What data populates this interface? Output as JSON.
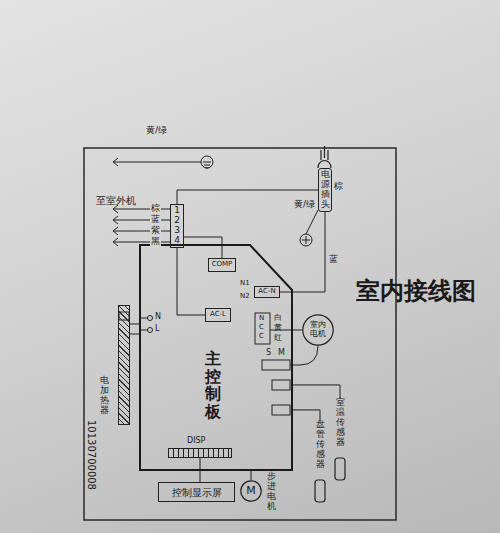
{
  "diagram": {
    "title": "室内接线图",
    "nodes": [
      {
        "text": [
          "主控制板"
        ]
      },
      {
        "text": [
          "COMP"
        ],
        "in": 0
      },
      {
        "text": [
          "AC-L"
        ],
        "in": 0
      },
      {
        "text": [
          "AC-N"
        ],
        "in": 0
      },
      {
        "text": [
          "DISP"
        ],
        "in": 0
      },
      {
        "text": [
          "电源插头"
        ]
      },
      {
        "text": [
          "1",
          "2",
          "3",
          "4"
        ]
      },
      {
        "text": [
          "室内电机"
        ]
      },
      {
        "text": [
          "室温传感器"
        ]
      },
      {
        "text": [
          "盘管传感器"
        ]
      },
      {
        "text": [
          "M",
          "步进电机"
        ]
      },
      {
        "text": [
          "控制显示屏"
        ]
      },
      {
        "text": [
          "电加热器"
        ]
      }
    ],
    "edges": [
      {
        "from": 5,
        "to": 3,
        "arrow": "none"
      },
      {
        "from": 5,
        "to": 6,
        "arrow": "none"
      },
      {
        "from": 6,
        "to": 1,
        "arrow": "none"
      },
      {
        "from": 6,
        "to": 2,
        "arrow": "none"
      },
      {
        "from": 7,
        "to": 0,
        "arrow": "none"
      },
      {
        "from": 8,
        "to": 0,
        "arrow": "none"
      },
      {
        "from": 9,
        "to": 0,
        "arrow": "none"
      },
      {
        "from": 10,
        "to": 0,
        "arrow": "none"
      },
      {
        "from": 4,
        "to": 11,
        "arrow": "none"
      },
      {
        "from": 12,
        "to": 0,
        "arrow": "none"
      }
    ],
    "labels": [
      "黄/绿",
      "棕",
      "蓝",
      "紫",
      "黑",
      "至室外机",
      "黄/绿",
      "棕",
      "蓝",
      "N1",
      "N2",
      "N",
      "C",
      "C",
      "白",
      "黄",
      "红",
      "S",
      "M",
      "N",
      "L",
      "10130700008"
    ]
  }
}
